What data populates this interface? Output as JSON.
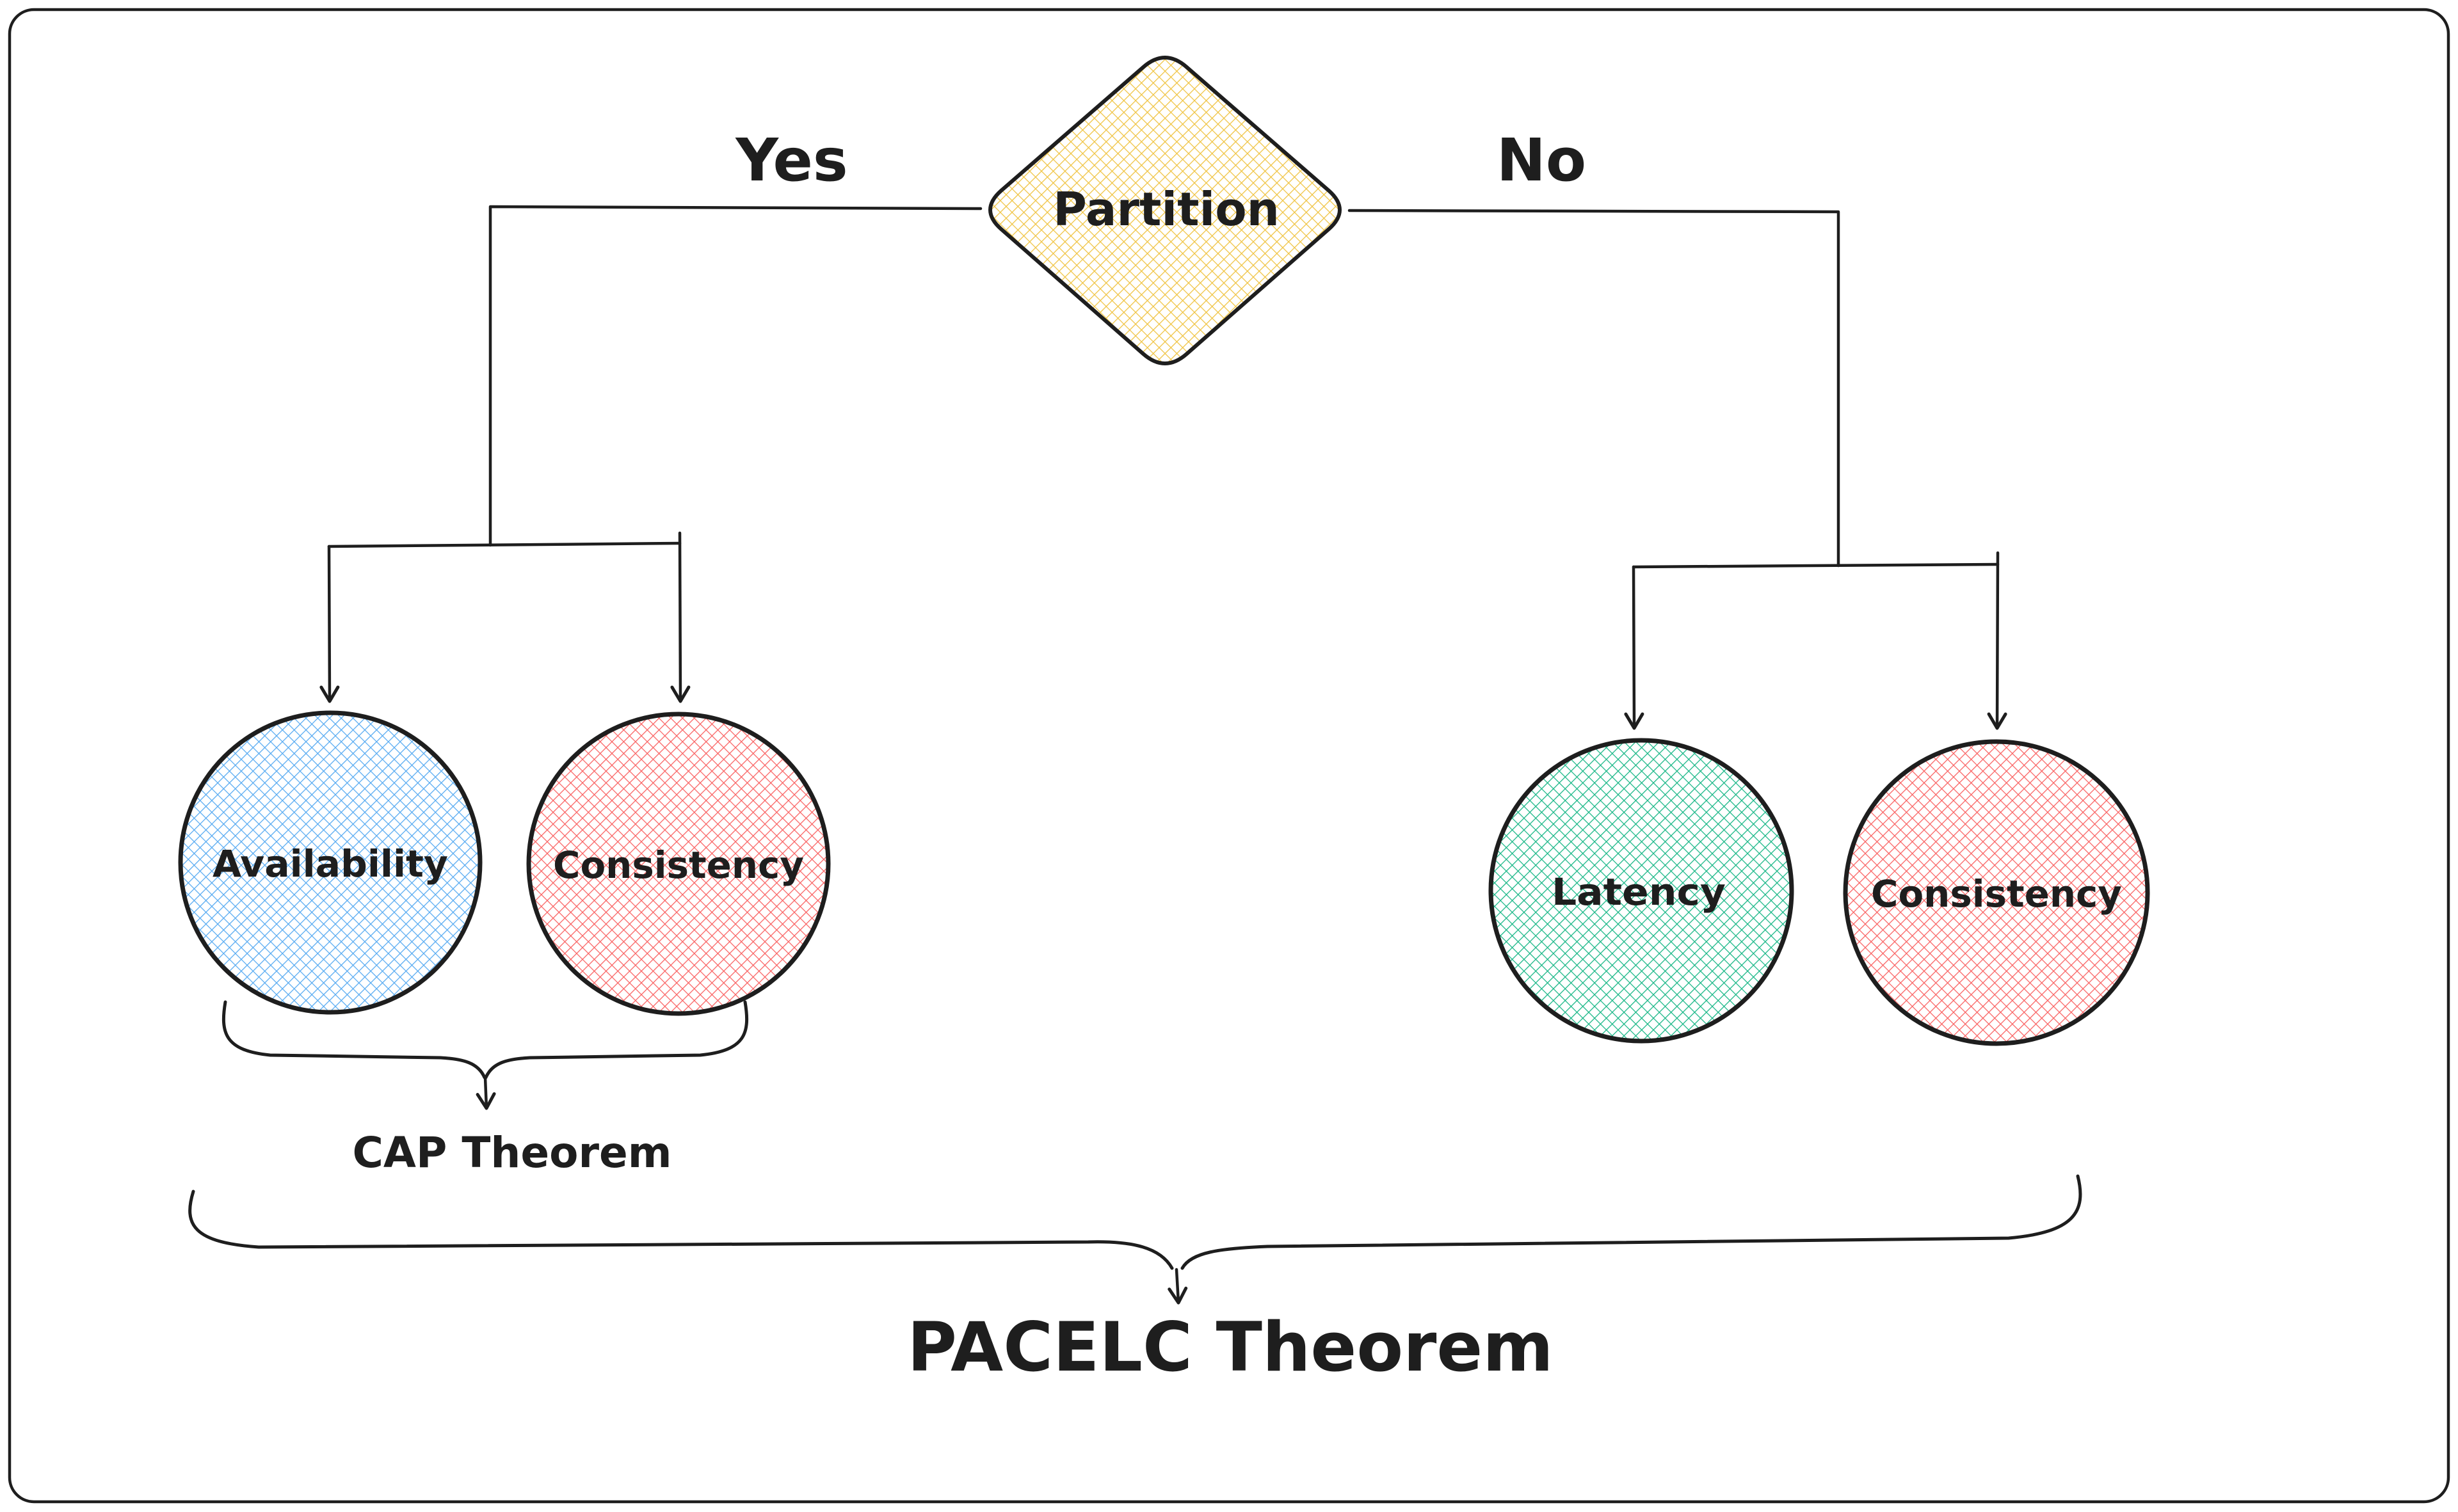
{
  "diagram": {
    "decision": {
      "label": "Partition"
    },
    "branches": {
      "yes_label": "Yes",
      "no_label": "No"
    },
    "nodes": [
      {
        "id": "availability",
        "label": "Availability"
      },
      {
        "id": "consistency-cap",
        "label": "Consistency"
      },
      {
        "id": "latency",
        "label": "Latency"
      },
      {
        "id": "consistency-else",
        "label": "Consistency"
      }
    ],
    "groupings": {
      "cap_label": "CAP Theorem",
      "pacelc_label": "PACELC Theorem"
    },
    "colors": {
      "ink": "#1e1e1e",
      "diamond_hatch": "#f0c443",
      "availability_hatch": "#58abf2",
      "consistency_hatch": "#fa6363",
      "latency_hatch": "#19b787",
      "background": "#ffffff"
    }
  }
}
